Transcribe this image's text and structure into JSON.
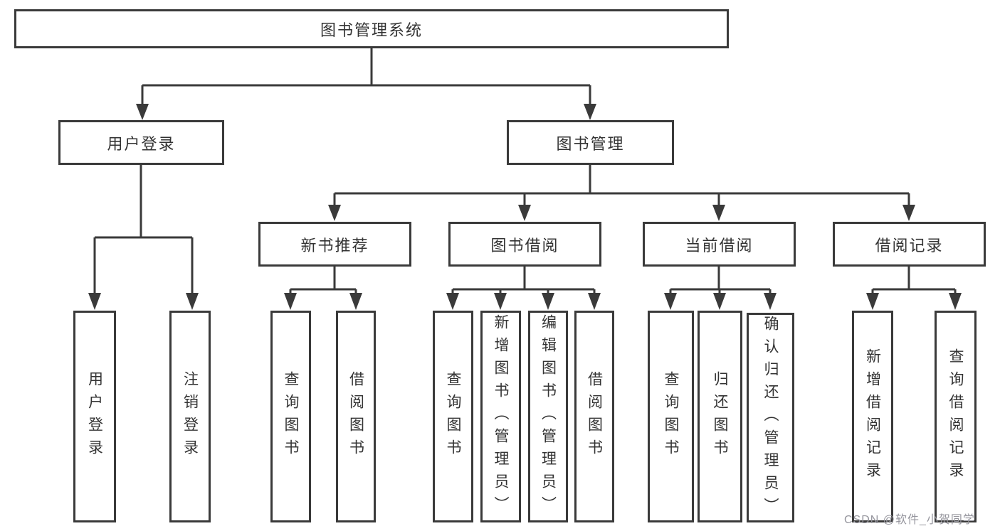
{
  "colors": {
    "line": "#3a3a3a",
    "box_border": "#3a3a3a",
    "text": "#333333",
    "watermark": "#95959d",
    "background": "#ffffff"
  },
  "watermark": "CSDN @软件_小贺同学",
  "tree": {
    "label": "图书管理系统",
    "children": [
      {
        "label": "用户登录",
        "children": [
          {
            "label": "用户登录"
          },
          {
            "label": "注销登录"
          }
        ]
      },
      {
        "label": "图书管理",
        "children": [
          {
            "label": "新书推荐",
            "children": [
              {
                "label": "查询图书"
              },
              {
                "label": "借阅图书"
              }
            ]
          },
          {
            "label": "图书借阅",
            "children": [
              {
                "label": "查询图书"
              },
              {
                "label": "新增图书（管理员）"
              },
              {
                "label": "编辑图书（管理员）"
              },
              {
                "label": "借阅图书"
              }
            ]
          },
          {
            "label": "当前借阅",
            "children": [
              {
                "label": "查询图书"
              },
              {
                "label": "归还图书"
              },
              {
                "label": "确认归还（管理员）"
              }
            ]
          },
          {
            "label": "借阅记录",
            "children": [
              {
                "label": "新增借阅记录"
              },
              {
                "label": "查询借阅记录"
              }
            ]
          }
        ]
      }
    ]
  }
}
